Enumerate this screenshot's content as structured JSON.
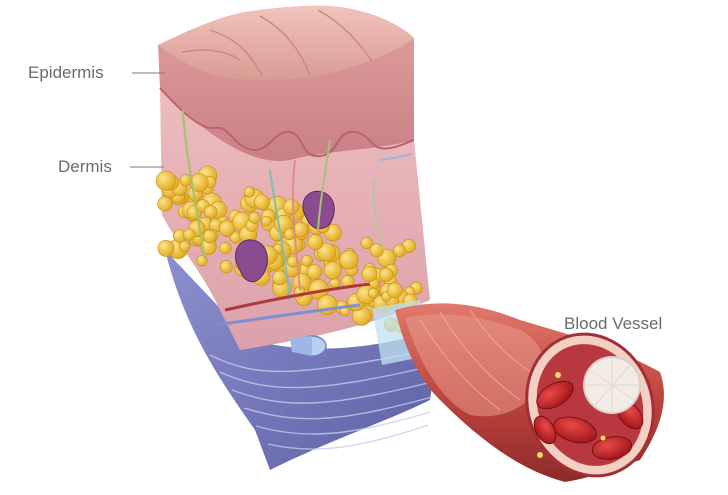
{
  "labels": {
    "epidermis": "Epidermis",
    "dermis": "Dermis",
    "blood_vessel": "Blood Vessel"
  },
  "colors": {
    "epidermis_top": "#e9b3ad",
    "epidermis_side": "#d9928f",
    "dermis": "#e7b0b4",
    "fat": "#f3c531",
    "muscle": "#7b7fc2",
    "vessel_wall": "#c0463f",
    "red_cell": "#c8242a",
    "label_text": "#6b6b6b"
  }
}
